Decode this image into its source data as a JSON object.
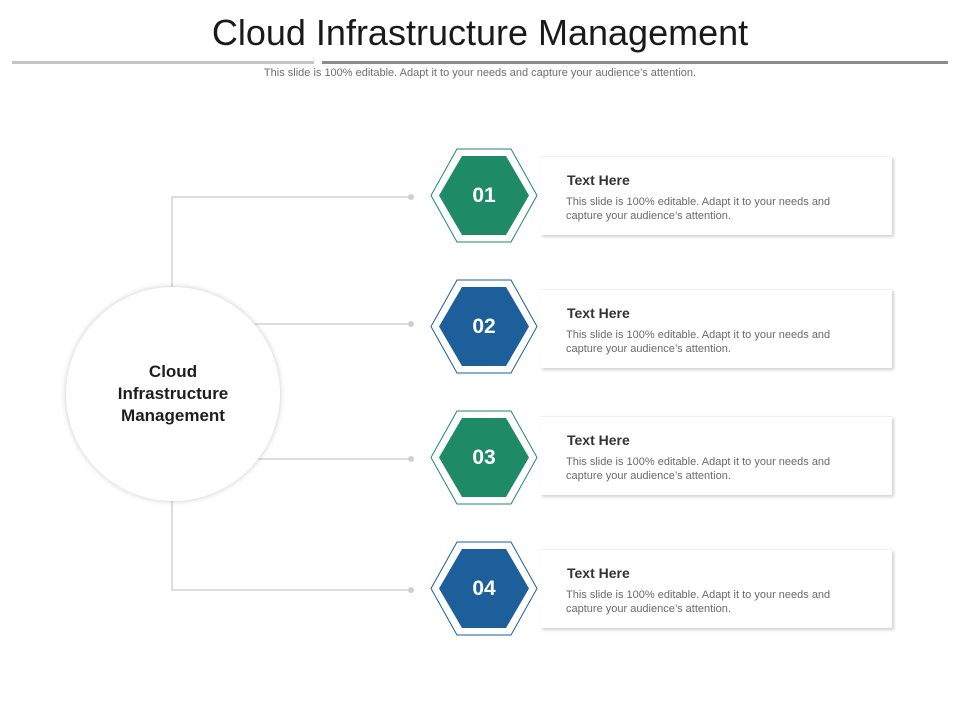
{
  "slide": {
    "title": "Cloud Infrastructure Management",
    "subtitle": "This slide is 100% editable. Adapt it to your needs and capture your audience’s attention."
  },
  "hub": {
    "label": "Cloud\nInfrastructure\nManagement"
  },
  "steps": [
    {
      "number": "01",
      "color": "#1f8a66",
      "heading": "Text Here",
      "text": "This slide is 100% editable. Adapt it to your needs and capture your audience’s attention."
    },
    {
      "number": "02",
      "color": "#1d5f9a",
      "heading": "Text Here",
      "text": "This slide is 100% editable. Adapt it to your needs and capture your audience’s attention."
    },
    {
      "number": "03",
      "color": "#1f8a66",
      "heading": "Text Here",
      "text": "This slide is 100% editable. Adapt it to your needs and capture your audience’s attention."
    },
    {
      "number": "04",
      "color": "#1d5f9a",
      "heading": "Text Here",
      "text": "This slide is 100% editable. Adapt it to your needs and capture your audience’s attention."
    }
  ],
  "colors": {
    "green": "#1f8a66",
    "blue": "#1d5f9a",
    "connector": "#d4d4d4"
  }
}
